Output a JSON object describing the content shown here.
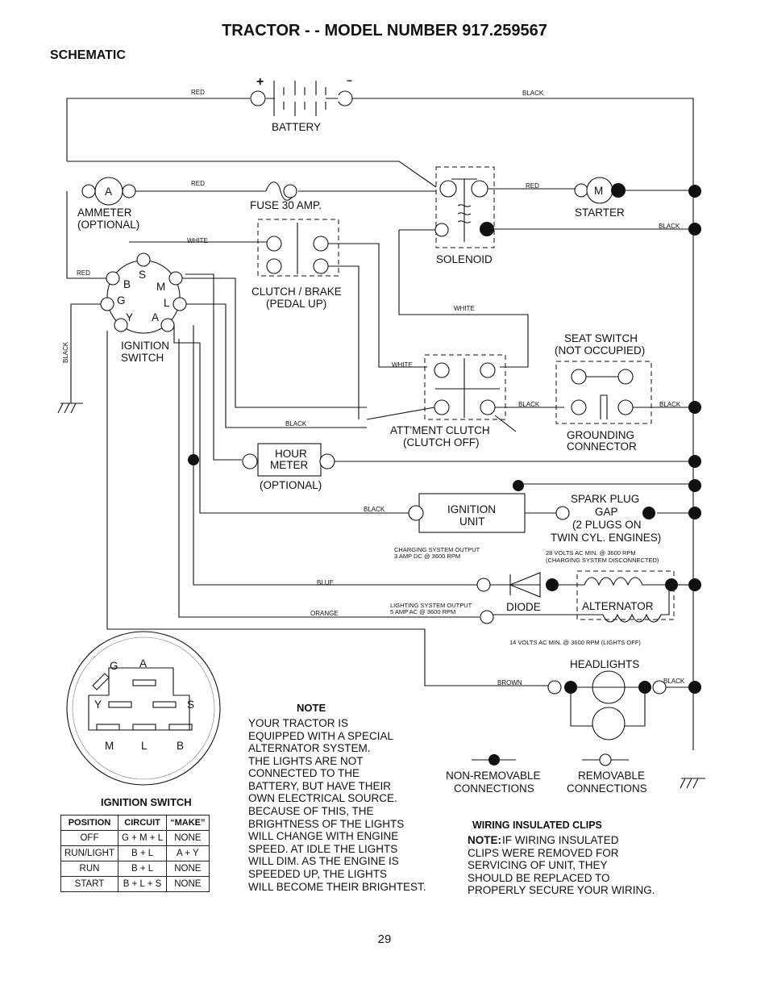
{
  "title": "TRACTOR - - MODEL NUMBER 917.259567",
  "section": "SCHEMATIC",
  "labels": {
    "red1": "RED",
    "black_top": "BLACK",
    "battery": "BATTERY",
    "plus": "+",
    "minus": "−",
    "ammeter": "AMMETER",
    "ammeter_opt": "(OPTIONAL)",
    "ammeter_a": "A",
    "red2": "RED",
    "fuse": "FUSE 30 AMP.",
    "red3": "RED",
    "starter_m": "M",
    "starter": "STARTER",
    "black_starter": "BLACK",
    "solenoid": "SOLENOID",
    "white1": "WHITE",
    "clutch_brake": "CLUTCH / BRAKE",
    "pedal_up": "(PEDAL UP)",
    "red4": "RED",
    "ign_b": "B",
    "ign_s": "S",
    "ign_m": "M",
    "ign_g": "G",
    "ign_l": "L",
    "ign_y": "Y",
    "ign_a": "A",
    "ignition": "IGNITION",
    "switch": "SWITCH",
    "black_vert": "BLACK",
    "white2": "WHITE",
    "seat_switch": "SEAT SWITCH",
    "not_occupied": "(NOT OCCUPIED)",
    "white3": "WHITE",
    "black_att": "BLACK",
    "black_seat": "BLACK",
    "black_mid": "BLACK",
    "att_clutch": "ATT'MENT CLUTCH",
    "clutch_off": "(CLUTCH OFF)",
    "grounding": "GROUNDING",
    "connector": "CONNECTOR",
    "hour": "HOUR",
    "meter": "METER",
    "hour_opt": "(OPTIONAL)",
    "spark_plug": "SPARK PLUG",
    "gap": "GAP",
    "two_plugs": "(2 PLUGS ON",
    "twin": "TWIN CYL. ENGINES)",
    "black_ign": "BLACK",
    "ign_unit1": "IGNITION",
    "ign_unit2": "UNIT",
    "charging1": "CHARGING SYSTEM OUTPUT",
    "charging2": "3 AMP DC @ 3600 RPM",
    "volts28_1": "28 VOLTS AC MIN. @ 3600 RPM",
    "volts28_2": "(CHARGING SYSTEM DISCONNECTED)",
    "blue": "BLUE",
    "diode": "DIODE",
    "alternator": "ALTERNATOR",
    "orange": "ORANGE",
    "lighting1": "LIGHTING SYSTEM OUTPUT",
    "lighting2": "5 AMP AC @ 3600 RPM",
    "volts14": "14 VOLTS AC MIN. @ 3600 RPM (LIGHTS OFF)",
    "headlights": "HEADLIGHTS",
    "brown": "BROWN",
    "black_head": "BLACK",
    "sw_g": "G",
    "sw_a": "A",
    "sw_y": "Y",
    "sw_s": "S",
    "sw_m": "M",
    "sw_l": "L",
    "sw_b": "B",
    "ign_switch_caption": "IGNITION SWITCH",
    "non_removable1": "NON-REMOVABLE",
    "non_removable2": "CONNECTIONS",
    "removable1": "REMOVABLE",
    "removable2": "CONNECTIONS"
  },
  "note": {
    "heading": "NOTE",
    "lines": [
      "YOUR TRACTOR IS",
      "EQUIPPED WITH A SPECIAL",
      "ALTERNATOR SYSTEM.",
      "THE LIGHTS ARE NOT",
      "CONNECTED TO THE",
      "BATTERY, BUT HAVE THEIR",
      "OWN ELECTRICAL SOURCE.",
      "BECAUSE OF THIS, THE",
      "BRIGHTNESS OF THE LIGHTS",
      "WILL CHANGE WITH ENGINE",
      "SPEED. AT IDLE THE LIGHTS",
      "WILL DIM.  AS THE ENGINE IS",
      "SPEEDED UP, THE LIGHTS",
      "WILL BECOME THEIR BRIGHTEST."
    ]
  },
  "clips": {
    "heading": "WIRING INSULATED CLIPS",
    "note_label": "NOTE:",
    "lines": [
      "IF WIRING INSULATED",
      "CLIPS WERE REMOVED FOR",
      "SERVICING OF UNIT, THEY",
      "SHOULD BE REPLACED TO",
      "PROPERLY SECURE YOUR WIRING."
    ]
  },
  "table": {
    "headers": [
      "POSITION",
      "CIRCUIT",
      "“MAKE”"
    ],
    "rows": [
      [
        "OFF",
        "G + M + L",
        "NONE"
      ],
      [
        "RUN/LIGHT",
        "B + L",
        "A + Y"
      ],
      [
        "RUN",
        "B + L",
        "NONE"
      ],
      [
        "START",
        "B + L + S",
        "NONE"
      ]
    ]
  },
  "page_number": "29"
}
